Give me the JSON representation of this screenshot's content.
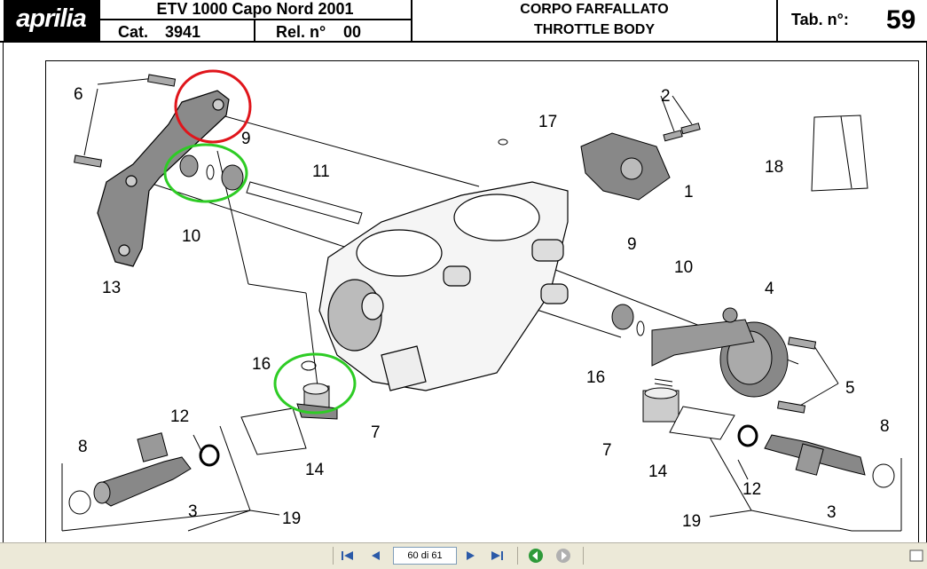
{
  "header": {
    "brand": "aprilia",
    "model": "ETV 1000 Capo Nord 2001",
    "cat_label": "Cat.",
    "cat_value": "3941",
    "rel_label": "Rel. n°",
    "rel_value": "00",
    "title_it": "CORPO FARFALLATO",
    "title_en": "THROTTLE BODY",
    "tab_label": "Tab. n°:",
    "tab_value": "59"
  },
  "callouts": [
    "6",
    "9",
    "10",
    "13",
    "11",
    "17",
    "2",
    "1",
    "18",
    "9",
    "10",
    "4",
    "5",
    "16",
    "7",
    "16",
    "7",
    "14",
    "12",
    "8",
    "3",
    "19",
    "14",
    "8",
    "12",
    "3",
    "19"
  ],
  "toolbar": {
    "page_field": "60 di 61",
    "icons": [
      "first-page-icon",
      "prev-page-icon",
      "next-page-icon",
      "last-page-icon",
      "back-icon",
      "forward-icon"
    ]
  },
  "colors": {
    "highlight_red": "#e0151b",
    "highlight_green": "#2ecc25",
    "toolbar_bg": "#ece9d8"
  }
}
